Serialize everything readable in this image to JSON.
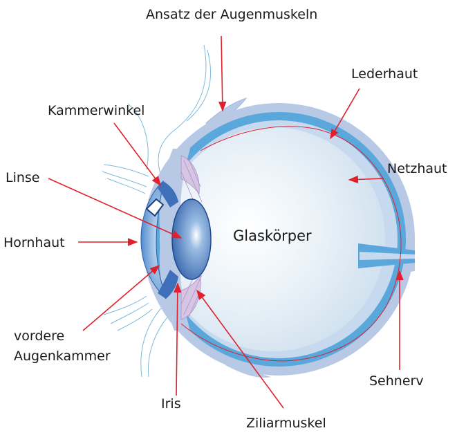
{
  "diagram": {
    "labels": {
      "muscle_attachment": "Ansatz der Augenmuskeln",
      "sclera": "Lederhaut",
      "chamber_angle": "Kammerwinkel",
      "retina": "Netzhaut",
      "lens": "Linse",
      "cornea": "Hornhaut",
      "vitreous": "Glaskörper",
      "anterior_chamber_line1": "vordere",
      "anterior_chamber_line2": "Augenkammer",
      "optic_nerve": "Sehnerv",
      "iris": "Iris",
      "ciliary_muscle": "Ziliarmuskel"
    },
    "colors": {
      "arrow": "#e0202c",
      "outer_layer": "#b8c9e6",
      "retina_band": "#5aa7dc",
      "vitreous_fill": "#dde9f3",
      "lens_fill": "#3f6fb8",
      "cornea_fill": "#3f7fc8",
      "lid_lines": "#7cb9dc",
      "ciliary": "#c8b4d8"
    }
  }
}
